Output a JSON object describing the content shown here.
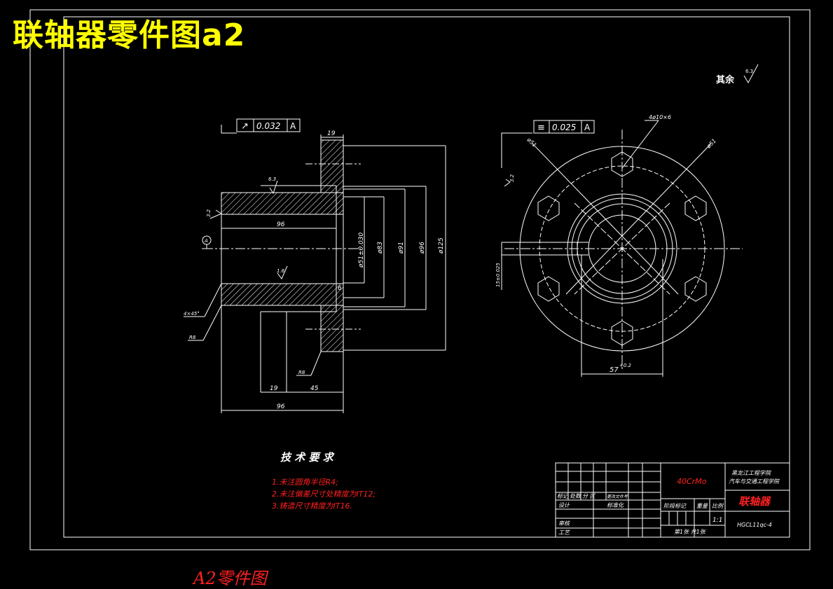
{
  "title": "联轴器零件图a2",
  "footer_caption": "A2零件图",
  "surface_finish_note": {
    "label": "其余",
    "value": "6.3"
  },
  "geometric_tolerances": [
    {
      "symbol": "↗",
      "value": "0.032",
      "datum": "A"
    },
    {
      "symbol": "≡",
      "value": "0.025",
      "datum": "A"
    }
  ],
  "datum_label": "A",
  "dimensions_left": {
    "flange_width": "19",
    "bore_length": "96",
    "d_bore": "ø51±0.030",
    "d_83": "ø83",
    "d_91": "ø91",
    "d_96": "ø96",
    "d_125": "ø125",
    "bottom_19": "19",
    "bottom_45": "45",
    "overall_96": "96",
    "chamfer": "4×45°",
    "r_left": "R8",
    "r_bottom": "R8",
    "small_6": "6",
    "roughness_1": "6.3",
    "roughness_2": "3.2",
    "roughness_3": "1.6"
  },
  "dimensions_right": {
    "holes": "4ø10×6",
    "d51_a": "ø51",
    "d51_b": "ø51",
    "keyway": "57",
    "keyway_tol": "+0.2",
    "keyway_w": "15±0.025",
    "roughness": "3.2"
  },
  "tech_requirements": {
    "heading": "技 术 要 求",
    "items": [
      "1.未注圆角半径R4;",
      "2.未注偏差尺寸处精度为IT12;",
      "3.铸造尺寸精度为IT16."
    ]
  },
  "title_block": {
    "material": "40CrMo",
    "school": "黑龙江工程学院",
    "dept": "汽车与交通工程学院",
    "part_name": "联轴器",
    "drawing_no": "HGCL11qc-4",
    "scale": "1:1",
    "sheet": "第1张 共1张",
    "row_labels": [
      "标记",
      "处数",
      "分 区",
      "更改文件号"
    ],
    "design": "设计",
    "std": "标准化",
    "review": "审核",
    "process": "工艺",
    "stage": "阶段标记",
    "weight": "重量",
    "ratio": "比例"
  },
  "colors": {
    "geometry": "#ffffff",
    "annotation": "#ff2020",
    "title": "#ffff00",
    "material": "#ff2020",
    "dimension": "#ffffff"
  }
}
